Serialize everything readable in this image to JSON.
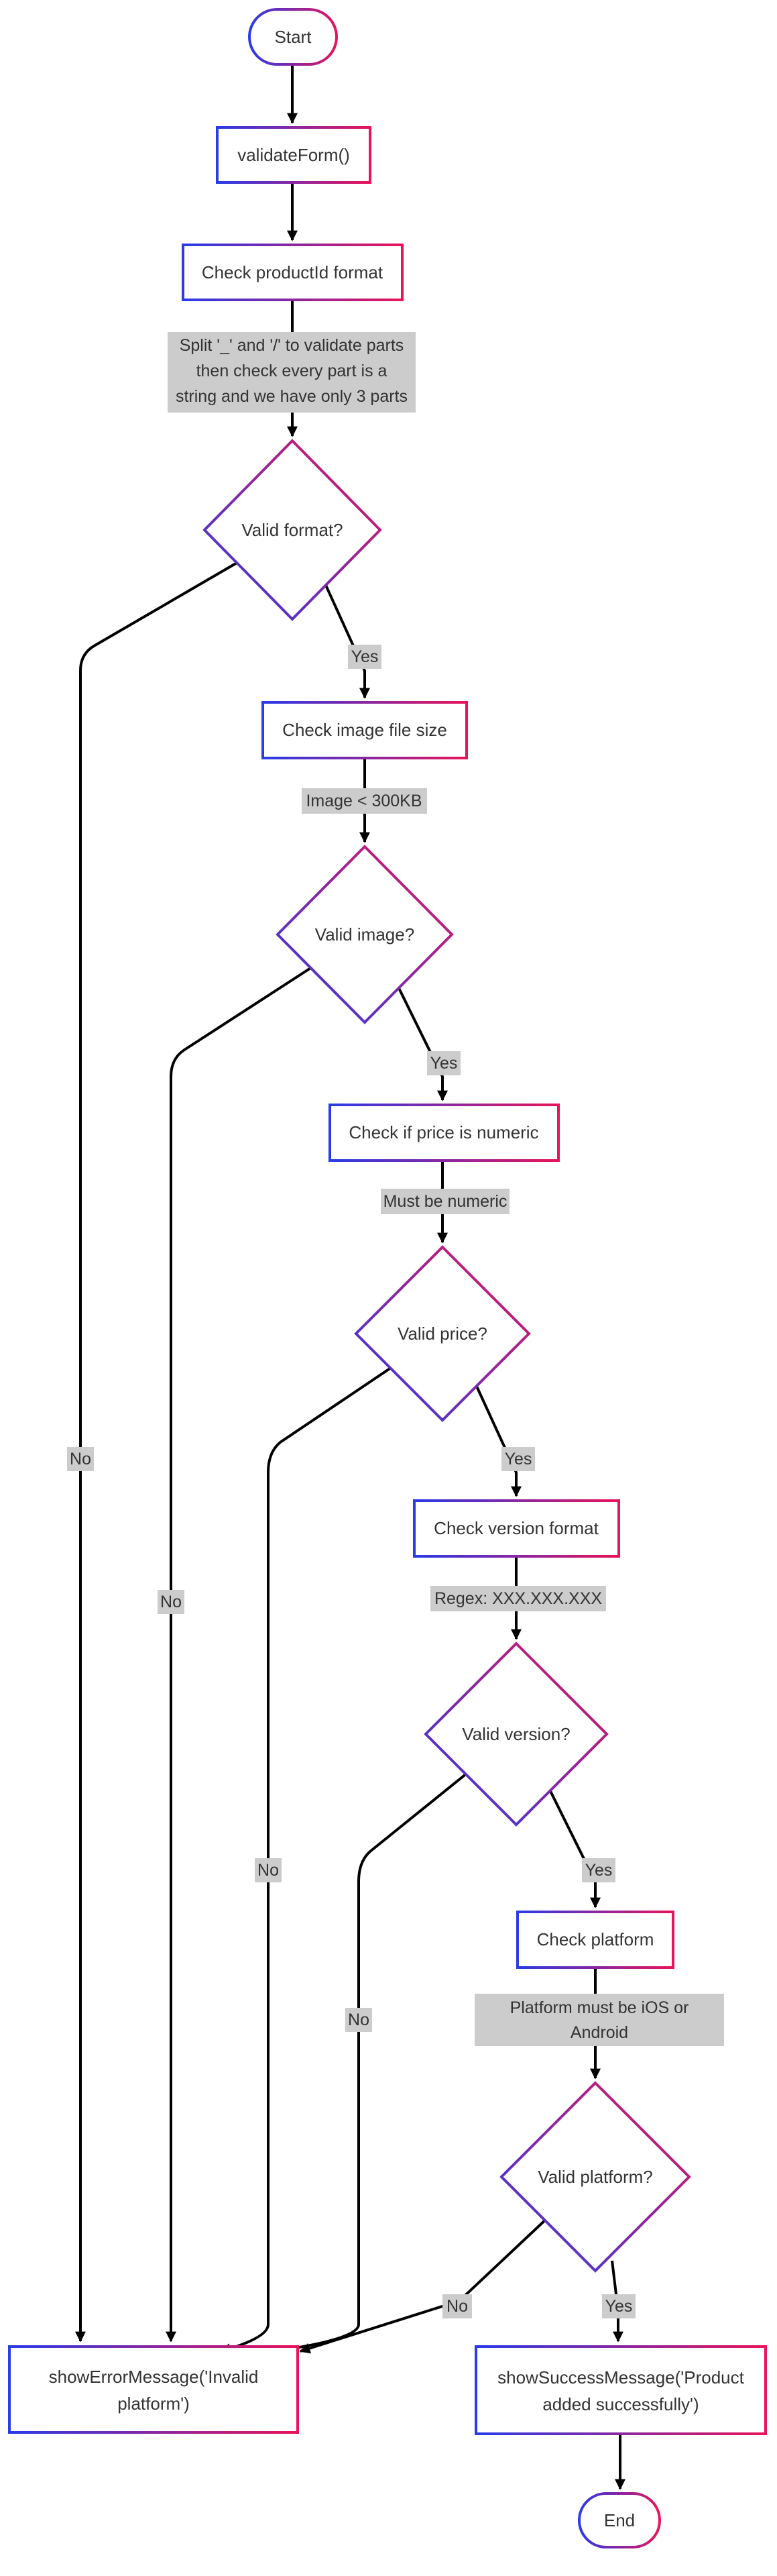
{
  "colors": {
    "gradient_start": "#2a3be8",
    "gradient_end": "#e8145a",
    "edge": "#000000",
    "label_bg": "#cccccc",
    "text": "#333333"
  },
  "nodes": {
    "start": "Start",
    "validate_form": "validateForm()",
    "check_product_id": "Check productId format",
    "valid_format": "Valid format?",
    "check_image": "Check image file size",
    "valid_image": "Valid image?",
    "check_price": "Check if price is numeric",
    "valid_price": "Valid price?",
    "check_version": "Check version format",
    "valid_version": "Valid version?",
    "check_platform": "Check platform",
    "valid_platform": "Valid platform?",
    "show_error": [
      "showErrorMessage('Invalid",
      "platform')"
    ],
    "show_success": [
      "showSuccessMessage('Product",
      "added successfully')"
    ],
    "end": "End"
  },
  "edge_labels": {
    "split_rule": [
      "Split '_' and '/' to validate parts",
      "then check every part is a",
      "string and we have only 3 parts"
    ],
    "image_rule": "Image < 300KB",
    "price_rule": "Must be numeric",
    "version_rule": "Regex: XXX.XXX.XXX",
    "platform_rule": [
      "Platform must be iOS or",
      "Android"
    ],
    "yes": "Yes",
    "no": "No"
  }
}
